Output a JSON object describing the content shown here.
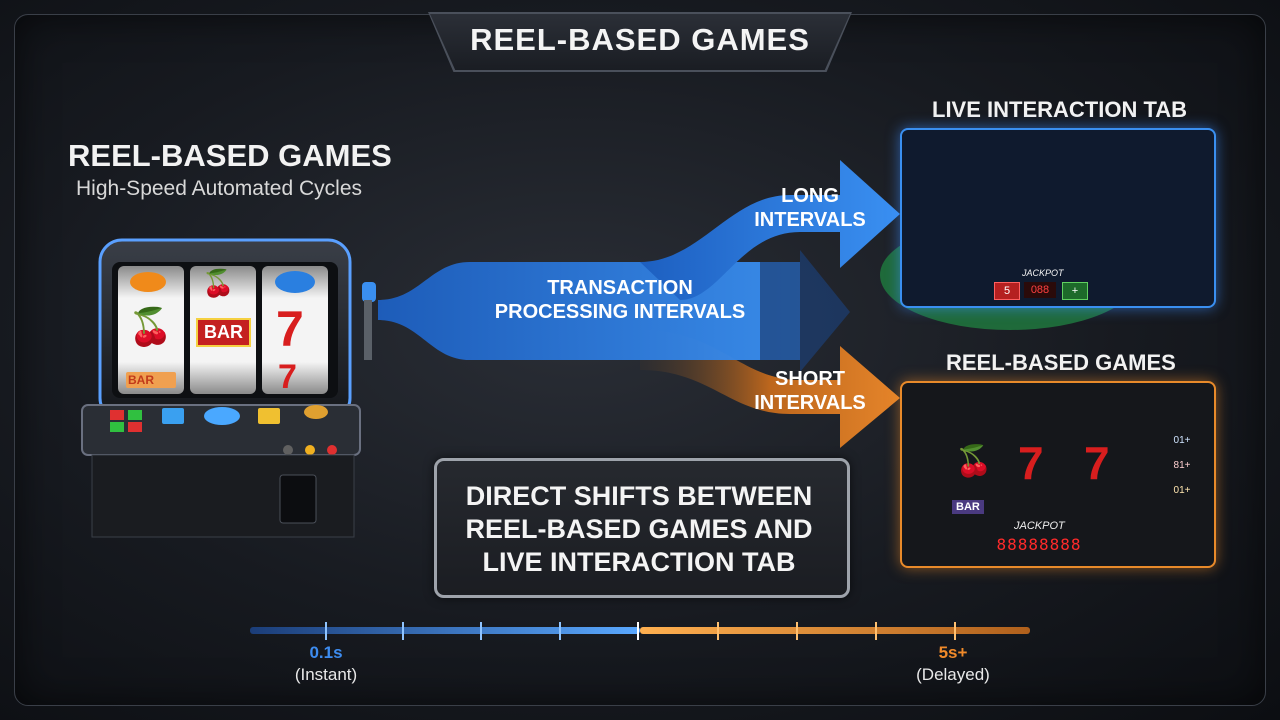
{
  "title": "REEL-BASED GAMES",
  "left": {
    "heading": "REEL-BASED GAMES",
    "subtitle": "High-Speed Automated Cycles",
    "machine": {
      "reel1_symbol_mid": "🍒",
      "reel1_symbol_bottom": "BAR",
      "reel2_symbol_top": "🍒",
      "reel2_symbol_mid": "BAR",
      "reel3_symbol_mid": "7",
      "reel3_symbol_bottom": "7"
    }
  },
  "arrows": {
    "center_label": "TRANSACTION\nPROCESSING INTERVALS",
    "long_label": "LONG\nINTERVALS",
    "short_label": "SHORT\nINTERVALS",
    "colors": {
      "blue": "#2f7fe6",
      "orange": "#e07b22"
    }
  },
  "live_tab": {
    "heading": "LIVE INTERACTION TAB",
    "jackpot_text": "JACKPOT",
    "readouts": [
      "5",
      "088",
      "+"
    ]
  },
  "reel_games": {
    "heading": "REEL-BASED GAMES",
    "reel_symbols": [
      "🍒",
      "7",
      "7"
    ],
    "reel_bar_text": "BAR",
    "jackpot_text": "JACKPOT",
    "jackpot_display": "88888888",
    "side_buttons": [
      "01+",
      "81+",
      "01+"
    ]
  },
  "callout": {
    "text": "DIRECT SHIFTS BETWEEN\nREEL-BASED GAMES AND\nLIVE INTERACTION TAB"
  },
  "scale": {
    "left_value": "0.1s",
    "left_caption": "(Instant)",
    "right_value": "5s+",
    "right_caption": "(Delayed)",
    "left_color": "#3d8cf0",
    "right_color": "#f08a2a"
  }
}
